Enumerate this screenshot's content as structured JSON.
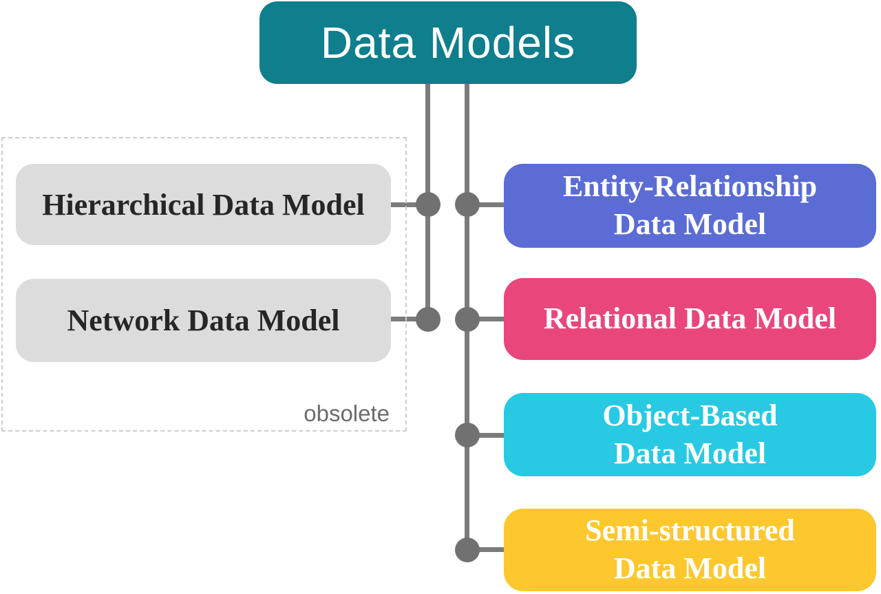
{
  "diagram": {
    "title": "Data Models",
    "obsolete_group": {
      "note": "obsolete",
      "items": [
        {
          "label": "Hierarchical Data Model"
        },
        {
          "label": "Network Data Model"
        }
      ],
      "box_bg": "#dcdcdc"
    },
    "models": [
      {
        "label": "Entity-Relationship\nData Model",
        "color": "#5b6cd4"
      },
      {
        "label": "Relational Data Model",
        "color": "#e9477c"
      },
      {
        "label": "Object-Based\nData Model",
        "color": "#28c9e3"
      },
      {
        "label": "Semi-structured\nData Model",
        "color": "#fdc72e"
      }
    ],
    "colors": {
      "header_bg": "#0f7e8d",
      "connector_line": "#7b7b7b",
      "junction_node": "#717171",
      "obsolete_note_text": "#6b6b6b",
      "obsolete_label_text": "#262626",
      "obsolete_group_border": "#c9ced0"
    }
  }
}
